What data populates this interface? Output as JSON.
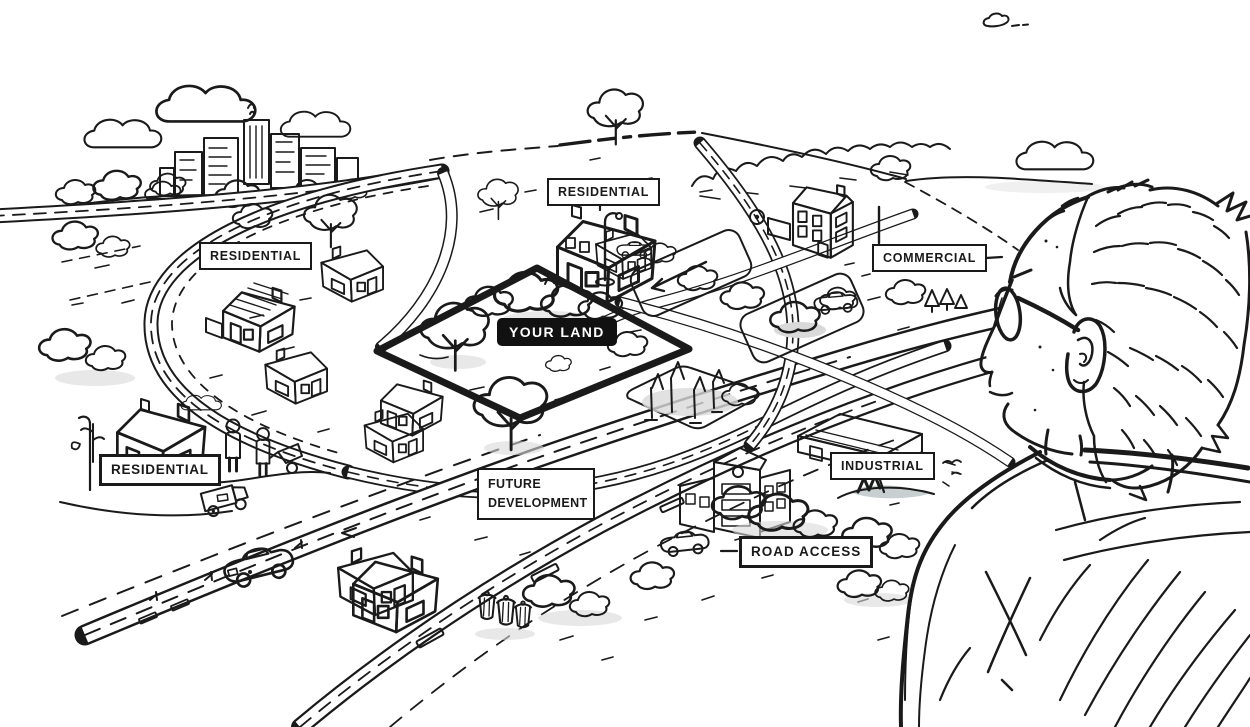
{
  "illustration": {
    "background": "#ffffff",
    "ink": "#1a1a1a",
    "roof_shade": "#e8e8e8",
    "ground_shade": "#d9d9d9",
    "highlight_bg": "#111111",
    "highlight_text": "#ffffff"
  },
  "labels": {
    "your_land": "YOUR LAND",
    "residential_top": "RESIDENTIAL",
    "residential_left": "RESIDENTIAL",
    "residential_bottom": "RESIDENTIAL",
    "commercial": "COMMERCIAL",
    "industrial": "INDUSTRIAL",
    "road_access": "ROAD ACCESS",
    "future_development": "FUTURE DEVELOPMENT"
  },
  "scene": {
    "description": "Hand-drawn black-and-white cartoon map of land parcels viewed over the shoulder of a balding man with glasses",
    "elements": [
      "city skyline",
      "clouds",
      "curving roads",
      "houses",
      "trees and bushes",
      "cars",
      "delivery truck",
      "two people",
      "wheelbarrow",
      "trash cans",
      "street lamp",
      "garden plots",
      "sapling plot",
      "highlighted land parcel",
      "man with glasses"
    ]
  }
}
